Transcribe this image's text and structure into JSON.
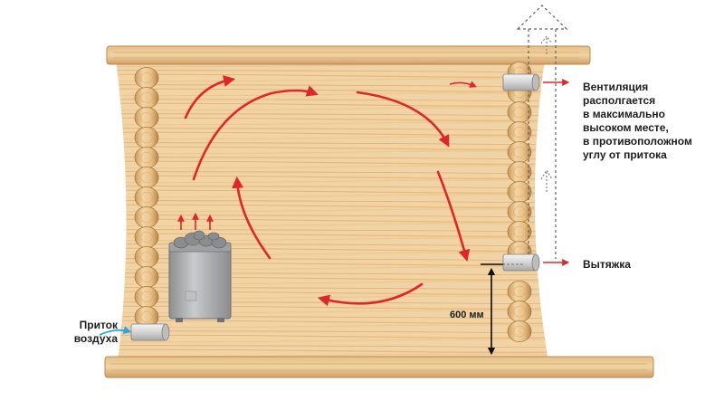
{
  "labels": {
    "ventilation_lines": [
      "Вентиляция",
      "располгается",
      "в максимально",
      "высоком месте,",
      "в противоположном",
      "углу от притока"
    ],
    "exhaust": "Вытяжка",
    "intake_lines": [
      "Приток",
      "воздуха"
    ],
    "height": "600 мм"
  },
  "colors": {
    "wood_light": "#f3d7aa",
    "wood_dark": "#e2b77f",
    "wood_line": "#d9a86a",
    "log_fill": "#edc891",
    "log_edge": "#b88a4f",
    "air_arrow": "#e0262d",
    "pipe_dashed": "#666666",
    "duct": "#d8d8d8",
    "stove": "#a9aaac",
    "stones": "#8b8c8e",
    "dimension": "#111111"
  },
  "icons": {
    "stove": "sauna-stove-icon",
    "intake_duct": "intake-duct-icon",
    "upper_duct": "upper-vent-duct-icon",
    "lower_duct": "exhaust-duct-icon",
    "chimney": "ventilation-pipe-icon"
  }
}
